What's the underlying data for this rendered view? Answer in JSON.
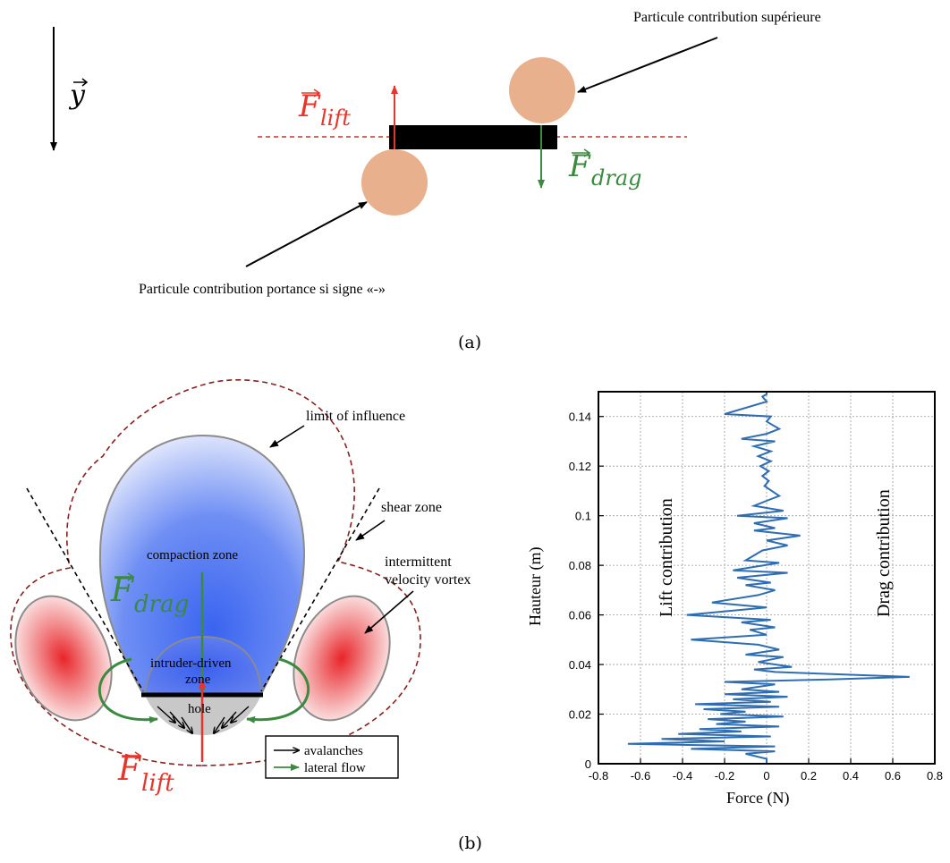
{
  "panel_a": {
    "caption": "(a)",
    "y_axis_symbol": "y",
    "lift_force": {
      "symbol": "F",
      "subscript": "lift",
      "color": "#e8352b"
    },
    "drag_force": {
      "symbol": "F",
      "subscript": "drag",
      "color": "#3a8a3f"
    },
    "upper_particle_label": "Particule contribution supérieure",
    "lower_particle_label": "Particule contribution portance si signe «-»",
    "particle_color": "#e8b08c"
  },
  "panel_b": {
    "caption": "(b)",
    "diagram": {
      "limit_label": "limit of influence",
      "shear_label": "shear zone",
      "vortex_label_line1": "intermittent",
      "vortex_label_line2": "velocity vortex",
      "compaction_label": "compaction zone",
      "intruder_label_line1": "intruder-driven",
      "intruder_label_line2": "zone",
      "hole_label": "hole",
      "drag_force": {
        "symbol": "F",
        "subscript": "drag",
        "color": "#3a8a3f"
      },
      "lift_force": {
        "symbol": "F",
        "subscript": "lift",
        "color": "#e8352b"
      },
      "legend": [
        {
          "label": "avalanches",
          "color": "#000000"
        },
        {
          "label": "lateral flow",
          "color": "#3a8a3f"
        }
      ]
    },
    "chart_data": {
      "type": "line",
      "xlabel": "Force (N)",
      "ylabel": "Hauteur (m)",
      "xlim": [
        -0.8,
        0.8
      ],
      "ylim": [
        0,
        0.15
      ],
      "xticks": [
        "-0.8",
        "-0.6",
        "-0.4",
        "-0.2",
        "0",
        "0.2",
        "0.4",
        "0.6",
        "0.8"
      ],
      "yticks": [
        "0",
        "0.02",
        "0.04",
        "0.06",
        "0.08",
        "0.1",
        "0.12",
        "0.14"
      ],
      "grid": true,
      "annotations": [
        "Lift contribution",
        "Drag contribution"
      ],
      "line_color": "#2f6db3",
      "series": [
        {
          "points": [
            [
              0,
              0.15
            ],
            [
              0,
              0.149
            ],
            [
              -0.02,
              0.148
            ],
            [
              0,
              0.146
            ],
            [
              -0.2,
              0.141
            ],
            [
              0.02,
              0.14
            ],
            [
              0,
              0.138
            ],
            [
              0.06,
              0.135
            ],
            [
              0,
              0.133
            ],
            [
              -0.12,
              0.131
            ],
            [
              0.04,
              0.13
            ],
            [
              -0.06,
              0.128
            ],
            [
              0.02,
              0.126
            ],
            [
              -0.04,
              0.124
            ],
            [
              0.02,
              0.122
            ],
            [
              -0.03,
              0.12
            ],
            [
              0.01,
              0.118
            ],
            [
              -0.02,
              0.116
            ],
            [
              0.01,
              0.114
            ],
            [
              -0.01,
              0.112
            ],
            [
              0.06,
              0.108
            ],
            [
              0,
              0.106
            ],
            [
              -0.06,
              0.104
            ],
            [
              0.08,
              0.102
            ],
            [
              -0.14,
              0.1
            ],
            [
              0.1,
              0.099
            ],
            [
              -0.06,
              0.097
            ],
            [
              0.04,
              0.095
            ],
            [
              -0.06,
              0.094
            ],
            [
              0.16,
              0.092
            ],
            [
              0,
              0.09
            ],
            [
              0.1,
              0.088
            ],
            [
              -0.02,
              0.086
            ],
            [
              -0.1,
              0.082
            ],
            [
              0.06,
              0.081
            ],
            [
              -0.16,
              0.078
            ],
            [
              0.1,
              0.077
            ],
            [
              -0.14,
              0.075
            ],
            [
              0.02,
              0.073
            ],
            [
              -0.1,
              0.072
            ],
            [
              0.04,
              0.07
            ],
            [
              -0.04,
              0.068
            ],
            [
              -0.26,
              0.065
            ],
            [
              0,
              0.063
            ],
            [
              -0.38,
              0.06
            ],
            [
              0.02,
              0.058
            ],
            [
              -0.12,
              0.057
            ],
            [
              0.04,
              0.055
            ],
            [
              -0.08,
              0.054
            ],
            [
              0,
              0.052
            ],
            [
              -0.36,
              0.05
            ],
            [
              -0.04,
              0.048
            ],
            [
              0.06,
              0.046
            ],
            [
              -0.1,
              0.044
            ],
            [
              0.08,
              0.043
            ],
            [
              -0.04,
              0.041
            ],
            [
              0.12,
              0.039
            ],
            [
              -0.06,
              0.038
            ],
            [
              0.04,
              0.037
            ],
            [
              0.68,
              0.035
            ],
            [
              0.3,
              0.034
            ],
            [
              -0.2,
              0.033
            ],
            [
              0.04,
              0.032
            ],
            [
              -0.12,
              0.03
            ],
            [
              0.06,
              0.029
            ],
            [
              -0.2,
              0.028
            ],
            [
              0.1,
              0.027
            ],
            [
              -0.16,
              0.026
            ],
            [
              0.02,
              0.025
            ],
            [
              -0.34,
              0.024
            ],
            [
              0.06,
              0.023
            ],
            [
              -0.3,
              0.022
            ],
            [
              -0.1,
              0.021
            ],
            [
              -0.22,
              0.02
            ],
            [
              0.08,
              0.019
            ],
            [
              -0.28,
              0.018
            ],
            [
              -0.1,
              0.017
            ],
            [
              -0.24,
              0.016
            ],
            [
              0.06,
              0.015
            ],
            [
              -0.32,
              0.014
            ],
            [
              -0.12,
              0.013
            ],
            [
              -0.42,
              0.012
            ],
            [
              0.02,
              0.011
            ],
            [
              -0.5,
              0.01
            ],
            [
              -0.2,
              0.009
            ],
            [
              -0.66,
              0.008
            ],
            [
              0.04,
              0.007
            ],
            [
              -0.36,
              0.006
            ],
            [
              0.04,
              0.005
            ],
            [
              -0.1,
              0.004
            ],
            [
              0,
              0.002
            ],
            [
              0,
              0
            ]
          ]
        }
      ]
    }
  }
}
